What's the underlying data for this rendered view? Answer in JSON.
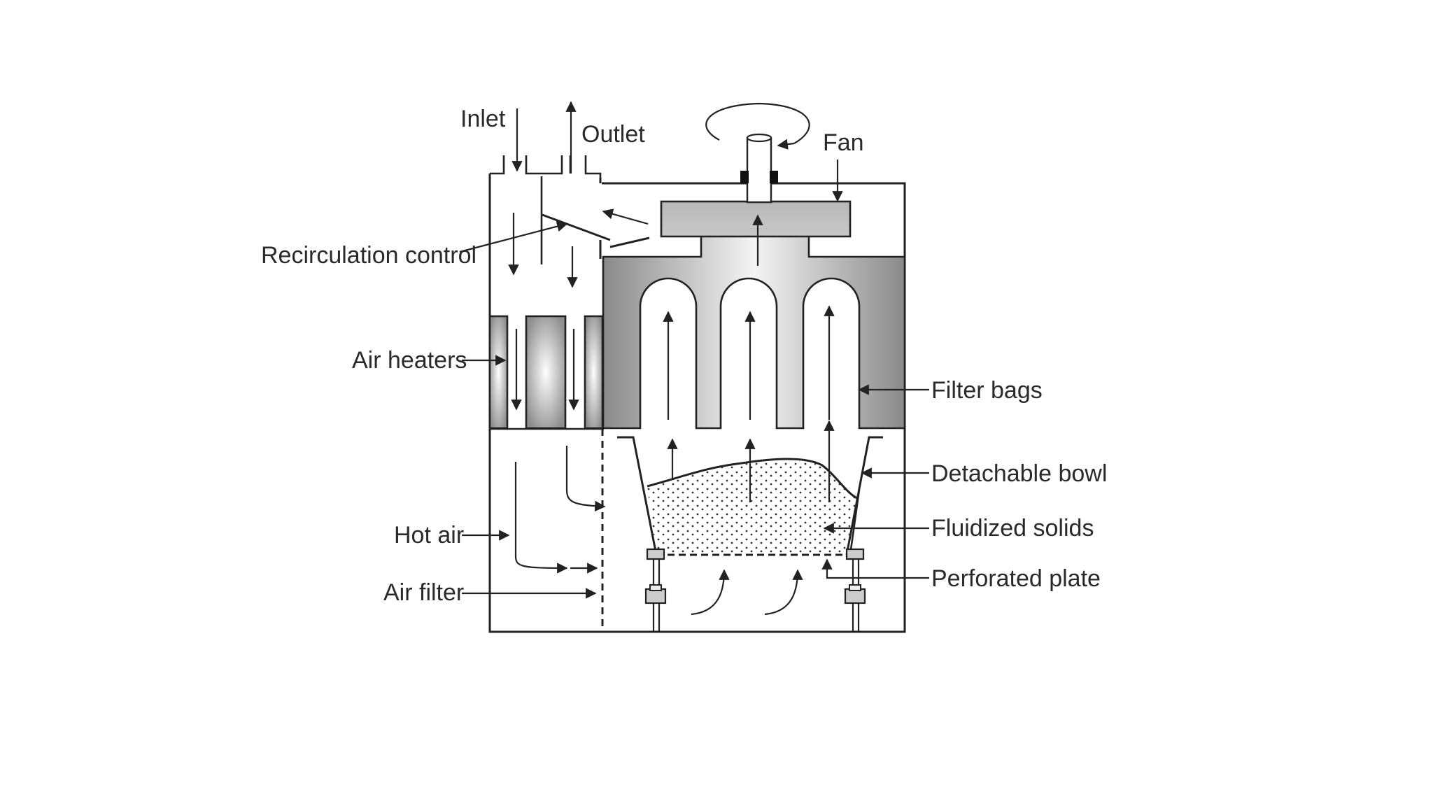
{
  "labels": {
    "inlet": "Inlet",
    "outlet": "Outlet",
    "fan": "Fan",
    "recirculation_control": "Recirculation control",
    "air_heaters": "Air heaters",
    "filter_bags": "Filter bags",
    "detachable_bowl": "Detachable bowl",
    "fluidized_solids": "Fluidized solids",
    "hot_air": "Hot air",
    "perforated_plate": "Perforated plate",
    "air_filter": "Air filter"
  }
}
